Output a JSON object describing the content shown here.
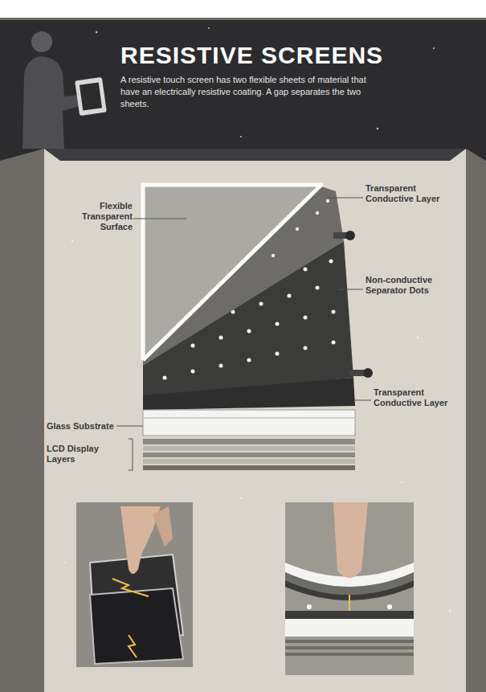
{
  "diagram": {
    "title": "RESISTIVE SCREENS",
    "labels": [
      "A resistive touch screen has two flexible sheets of material that have an electrically resistive coating. A gap separates the two sheets.",
      "Flexible Transparent Surface",
      "Transparent Conductive Layer",
      "Non-conductive Separator Dots",
      "Transparent Conductive Layer",
      "Glass Substrate",
      "LCD Display Layers"
    ]
  }
}
